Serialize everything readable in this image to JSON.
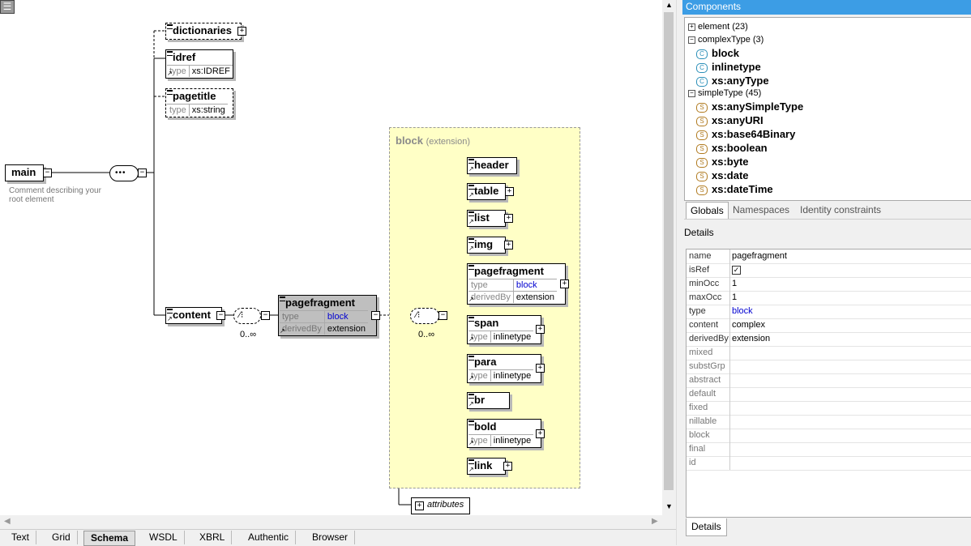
{
  "design": {
    "root": {
      "name": "main",
      "comment": "Comment describing your root element"
    },
    "globals": {
      "dictionaries": {
        "name": "dictionaries"
      },
      "idref": {
        "name": "idref",
        "type_key": "type",
        "type_val": "xs:IDREF"
      },
      "pagetitle": {
        "name": "pagetitle",
        "type_key": "type",
        "type_val": "xs:string"
      }
    },
    "content": {
      "name": "content",
      "occurrence": "0..∞"
    },
    "pagefragment": {
      "name": "pagefragment",
      "type_key": "type",
      "type_val": "block",
      "derived_key": "derivedBy",
      "derived_val": "extension"
    },
    "block_ext": {
      "title": "block",
      "note": "(extension)",
      "occurrence": "0..∞"
    },
    "children": [
      {
        "name": "header"
      },
      {
        "name": "table"
      },
      {
        "name": "list"
      },
      {
        "name": "img"
      },
      {
        "name": "pagefragment",
        "type_key": "type",
        "type_val": "block",
        "derived_key": "derivedBy",
        "derived_val": "extension"
      },
      {
        "name": "span",
        "type_key": "type",
        "type_val": "inlinetype"
      },
      {
        "name": "para",
        "type_key": "type",
        "type_val": "inlinetype"
      },
      {
        "name": "br"
      },
      {
        "name": "bold",
        "type_key": "type",
        "type_val": "inlinetype"
      },
      {
        "name": "link"
      }
    ],
    "attributes": "attributes"
  },
  "bottom_tabs": [
    "Text",
    "Grid",
    "Schema",
    "WSDL",
    "XBRL",
    "Authentic",
    "Browser"
  ],
  "active_tab": "Schema",
  "components": {
    "title": "Components",
    "groups": {
      "element": "element (23)",
      "complexType": "complexType (3)",
      "simpleType": "simpleType (45)"
    },
    "complex_items": [
      "block",
      "inlinetype",
      "xs:anyType"
    ],
    "simple_items": [
      "xs:anySimpleType",
      "xs:anyURI",
      "xs:base64Binary",
      "xs:boolean",
      "xs:byte",
      "xs:date",
      "xs:dateTime"
    ],
    "tabs": [
      "Globals",
      "Namespaces",
      "Identity constraints"
    ]
  },
  "details": {
    "title": "Details",
    "rows": [
      {
        "k": "name",
        "v": "pagefragment"
      },
      {
        "k": "isRef",
        "v": "✓"
      },
      {
        "k": "minOcc",
        "v": "1"
      },
      {
        "k": "maxOcc",
        "v": "1"
      },
      {
        "k": "type",
        "v": "block"
      },
      {
        "k": "content",
        "v": "complex"
      },
      {
        "k": "derivedBy",
        "v": "extension"
      },
      {
        "k": "mixed",
        "v": ""
      },
      {
        "k": "substGrp",
        "v": ""
      },
      {
        "k": "abstract",
        "v": ""
      },
      {
        "k": "default",
        "v": ""
      },
      {
        "k": "fixed",
        "v": ""
      },
      {
        "k": "nillable",
        "v": ""
      },
      {
        "k": "block",
        "v": ""
      },
      {
        "k": "final",
        "v": ""
      },
      {
        "k": "id",
        "v": ""
      }
    ],
    "tab": "Details"
  },
  "colors": {
    "accent": "#3c9de5",
    "extension_bg": "#ffffc6",
    "link": "#0000d0"
  }
}
